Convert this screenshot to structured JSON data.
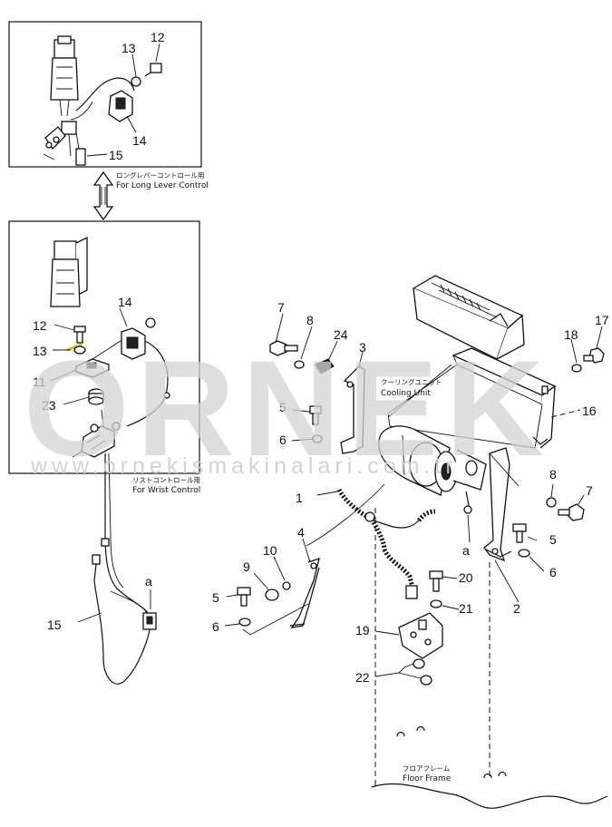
{
  "watermark": {
    "brand": "ORNEK",
    "url": "www.ornekismakinalari.com.tr"
  },
  "captions": {
    "long_lever_jp": "ロングレバーコントロール用",
    "long_lever_en": "For Long Lever Control",
    "wrist_jp": "リストコントロール用",
    "wrist_en": "For Wrist Control",
    "cooling_jp": "クーリングユニット",
    "cooling_en": "Cooling Unit",
    "floor_jp": "フロアフレーム",
    "floor_en": "Floor Frame"
  },
  "callouts": {
    "top_box": [
      "13",
      "12",
      "14",
      "15"
    ],
    "wrist_box": [
      "14",
      "12",
      "13",
      "11",
      "23"
    ],
    "lower_left": [
      "a",
      "15"
    ],
    "main": [
      "7",
      "8",
      "24",
      "3",
      "18",
      "17",
      "16",
      "5",
      "6",
      "1",
      "8",
      "7",
      "5",
      "6",
      "4",
      "10",
      "9",
      "5",
      "6",
      "a",
      "20",
      "21",
      "2",
      "19",
      "22"
    ]
  },
  "colors": {
    "line": "#111111",
    "watermark": "#d4d4d4",
    "highlight": "#e8b400"
  }
}
